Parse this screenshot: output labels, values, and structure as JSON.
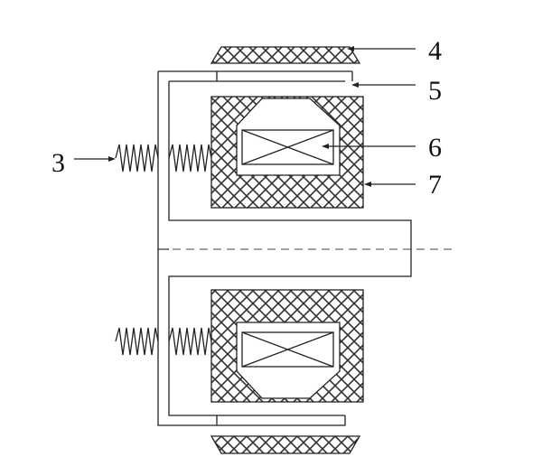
{
  "labels": {
    "l3": "3",
    "l4": "4",
    "l5": "5",
    "l6": "6",
    "l7": "7"
  }
}
